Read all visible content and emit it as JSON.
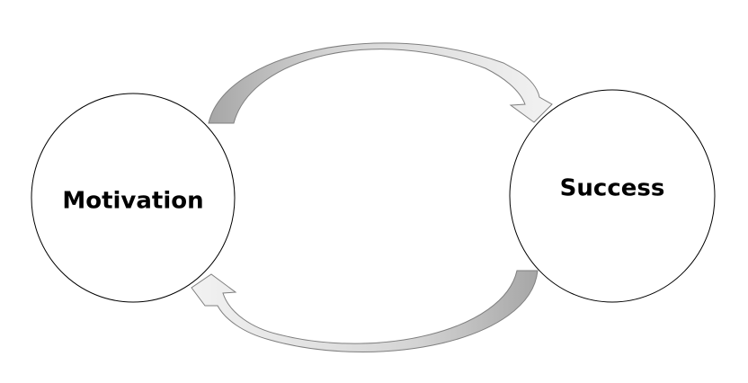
{
  "nodes": {
    "motivation": {
      "label": "Motivation"
    },
    "success": {
      "label": "Success"
    }
  },
  "colors": {
    "background": "#ffffff",
    "node_stroke": "#000000",
    "node_fill": "#ffffff",
    "arrow_light": "#f2f2f2",
    "arrow_dark": "#a6a6a6",
    "arrow_stroke": "#7f7f7f"
  },
  "edges": [
    {
      "from": "motivation",
      "to": "success",
      "direction": "clockwise-top"
    },
    {
      "from": "success",
      "to": "motivation",
      "direction": "clockwise-bottom"
    }
  ]
}
